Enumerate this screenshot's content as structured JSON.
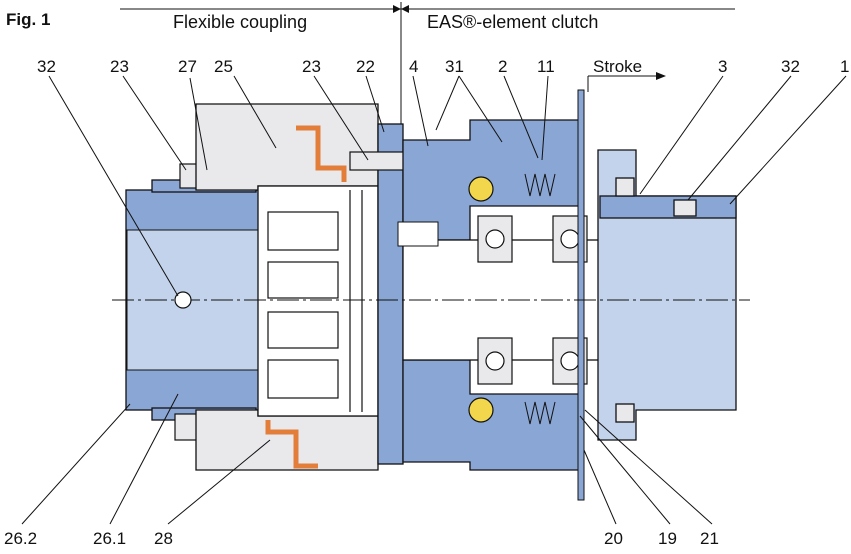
{
  "figure": {
    "label": "Fig. 1",
    "section_left": "Flexible coupling",
    "section_right": "EAS®-element clutch",
    "stroke_label": "Stroke"
  },
  "colors": {
    "blue_dark": "#8aa6d4",
    "blue_light": "#c4d3ec",
    "gray": "#e9e9ec",
    "white": "#ffffff",
    "orange": "#e27e3a",
    "yellow": "#f2d64b",
    "ink": "#111111"
  },
  "callouts_top": [
    "32",
    "23",
    "27",
    "25",
    "23",
    "22",
    "4",
    "31",
    "2",
    "11",
    "3",
    "32",
    "1"
  ],
  "callouts_bottom": [
    "26.2",
    "26.1",
    "28",
    "20",
    "19",
    "21"
  ]
}
